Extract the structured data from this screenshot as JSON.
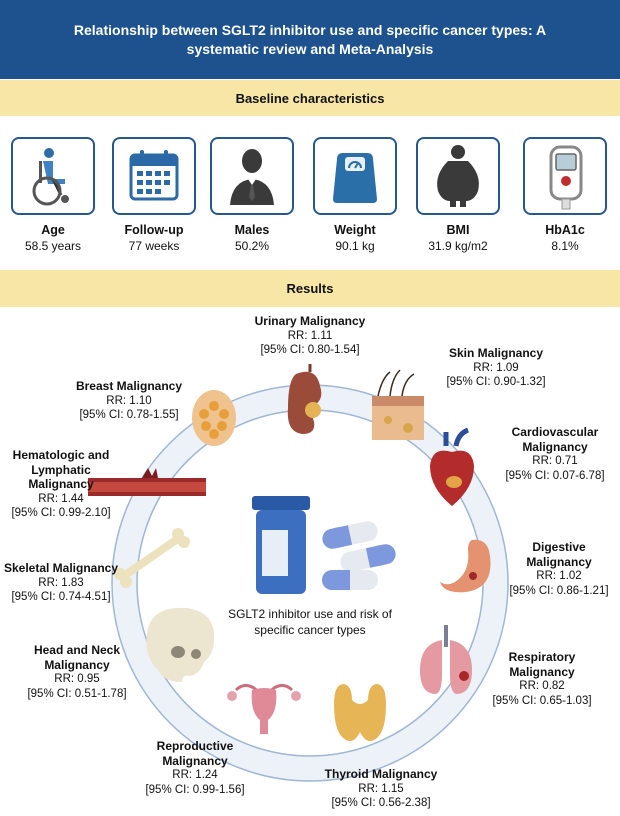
{
  "header": {
    "title": "Relationship between SGLT2 inhibitor use and specific cancer types: A systematic review and Meta-Analysis"
  },
  "baseline": {
    "title": "Baseline characteristics",
    "items": [
      {
        "label": "Age",
        "value": "58.5 years",
        "icon": "wheelchair-icon"
      },
      {
        "label": "Follow-up",
        "value": "77 weeks",
        "icon": "calendar-icon"
      },
      {
        "label": "Males",
        "value": "50.2%",
        "icon": "male-person-icon"
      },
      {
        "label": "Weight",
        "value": "90.1 kg",
        "icon": "scale-icon"
      },
      {
        "label": "BMI",
        "value": "31.9 kg/m2",
        "icon": "obese-person-icon"
      },
      {
        "label": "HbA1c",
        "value": "8.1%",
        "icon": "glucometer-icon"
      }
    ]
  },
  "results": {
    "title": "Results",
    "center_text": "SGLT2 inhibitor use and risk of specific cancer types",
    "items": [
      {
        "name": "Urinary Malignancy",
        "rr": "RR: 1.11",
        "ci": "[95% CI: 0.80-1.54]",
        "icon": "kidney-icon"
      },
      {
        "name": "Skin Malignancy",
        "rr": "RR: 1.09",
        "ci": "[95% CI: 0.90-1.32]",
        "icon": "skin-icon"
      },
      {
        "name": "Cardiovascular Malignancy",
        "rr": "RR: 0.71",
        "ci": "[95% CI: 0.07-6.78]",
        "icon": "heart-icon"
      },
      {
        "name": "Digestive Malignancy",
        "rr": "RR: 1.02",
        "ci": "[95% CI: 0.86-1.21]",
        "icon": "stomach-icon"
      },
      {
        "name": "Respiratory Malignancy",
        "rr": "RR: 0.82",
        "ci": "[95% CI: 0.65-1.03]",
        "icon": "lungs-icon"
      },
      {
        "name": "Thyroid Malignancy",
        "rr": "RR: 1.15",
        "ci": "[95% CI: 0.56-2.38]",
        "icon": "thyroid-icon"
      },
      {
        "name": "Reproductive Malignancy",
        "rr": "RR: 1.24",
        "ci": "[95% CI: 0.99-1.56]",
        "icon": "uterus-icon"
      },
      {
        "name": "Head and Neck Malignancy",
        "rr": "RR: 0.95",
        "ci": "[95% CI: 0.51-1.78]",
        "icon": "skull-icon"
      },
      {
        "name": "Skeletal Malignancy",
        "rr": "RR: 1.83",
        "ci": "[95% CI: 0.74-4.51]",
        "icon": "bone-icon"
      },
      {
        "name": "Hematologic and Lymphatic Malignancy",
        "rr": "RR: 1.44",
        "ci": "[95% CI: 0.99-2.10]",
        "icon": "blood-vessel-icon"
      },
      {
        "name": "Breast Malignancy",
        "rr": "RR: 1.10",
        "ci": "[95% CI: 0.78-1.55]",
        "icon": "breast-icon"
      }
    ]
  },
  "colors": {
    "header": "#1d528f",
    "band": "#f7e6a6",
    "card_border": "#27578f",
    "ring": "#e9eef6",
    "ring_line": "#9fb6d4"
  }
}
